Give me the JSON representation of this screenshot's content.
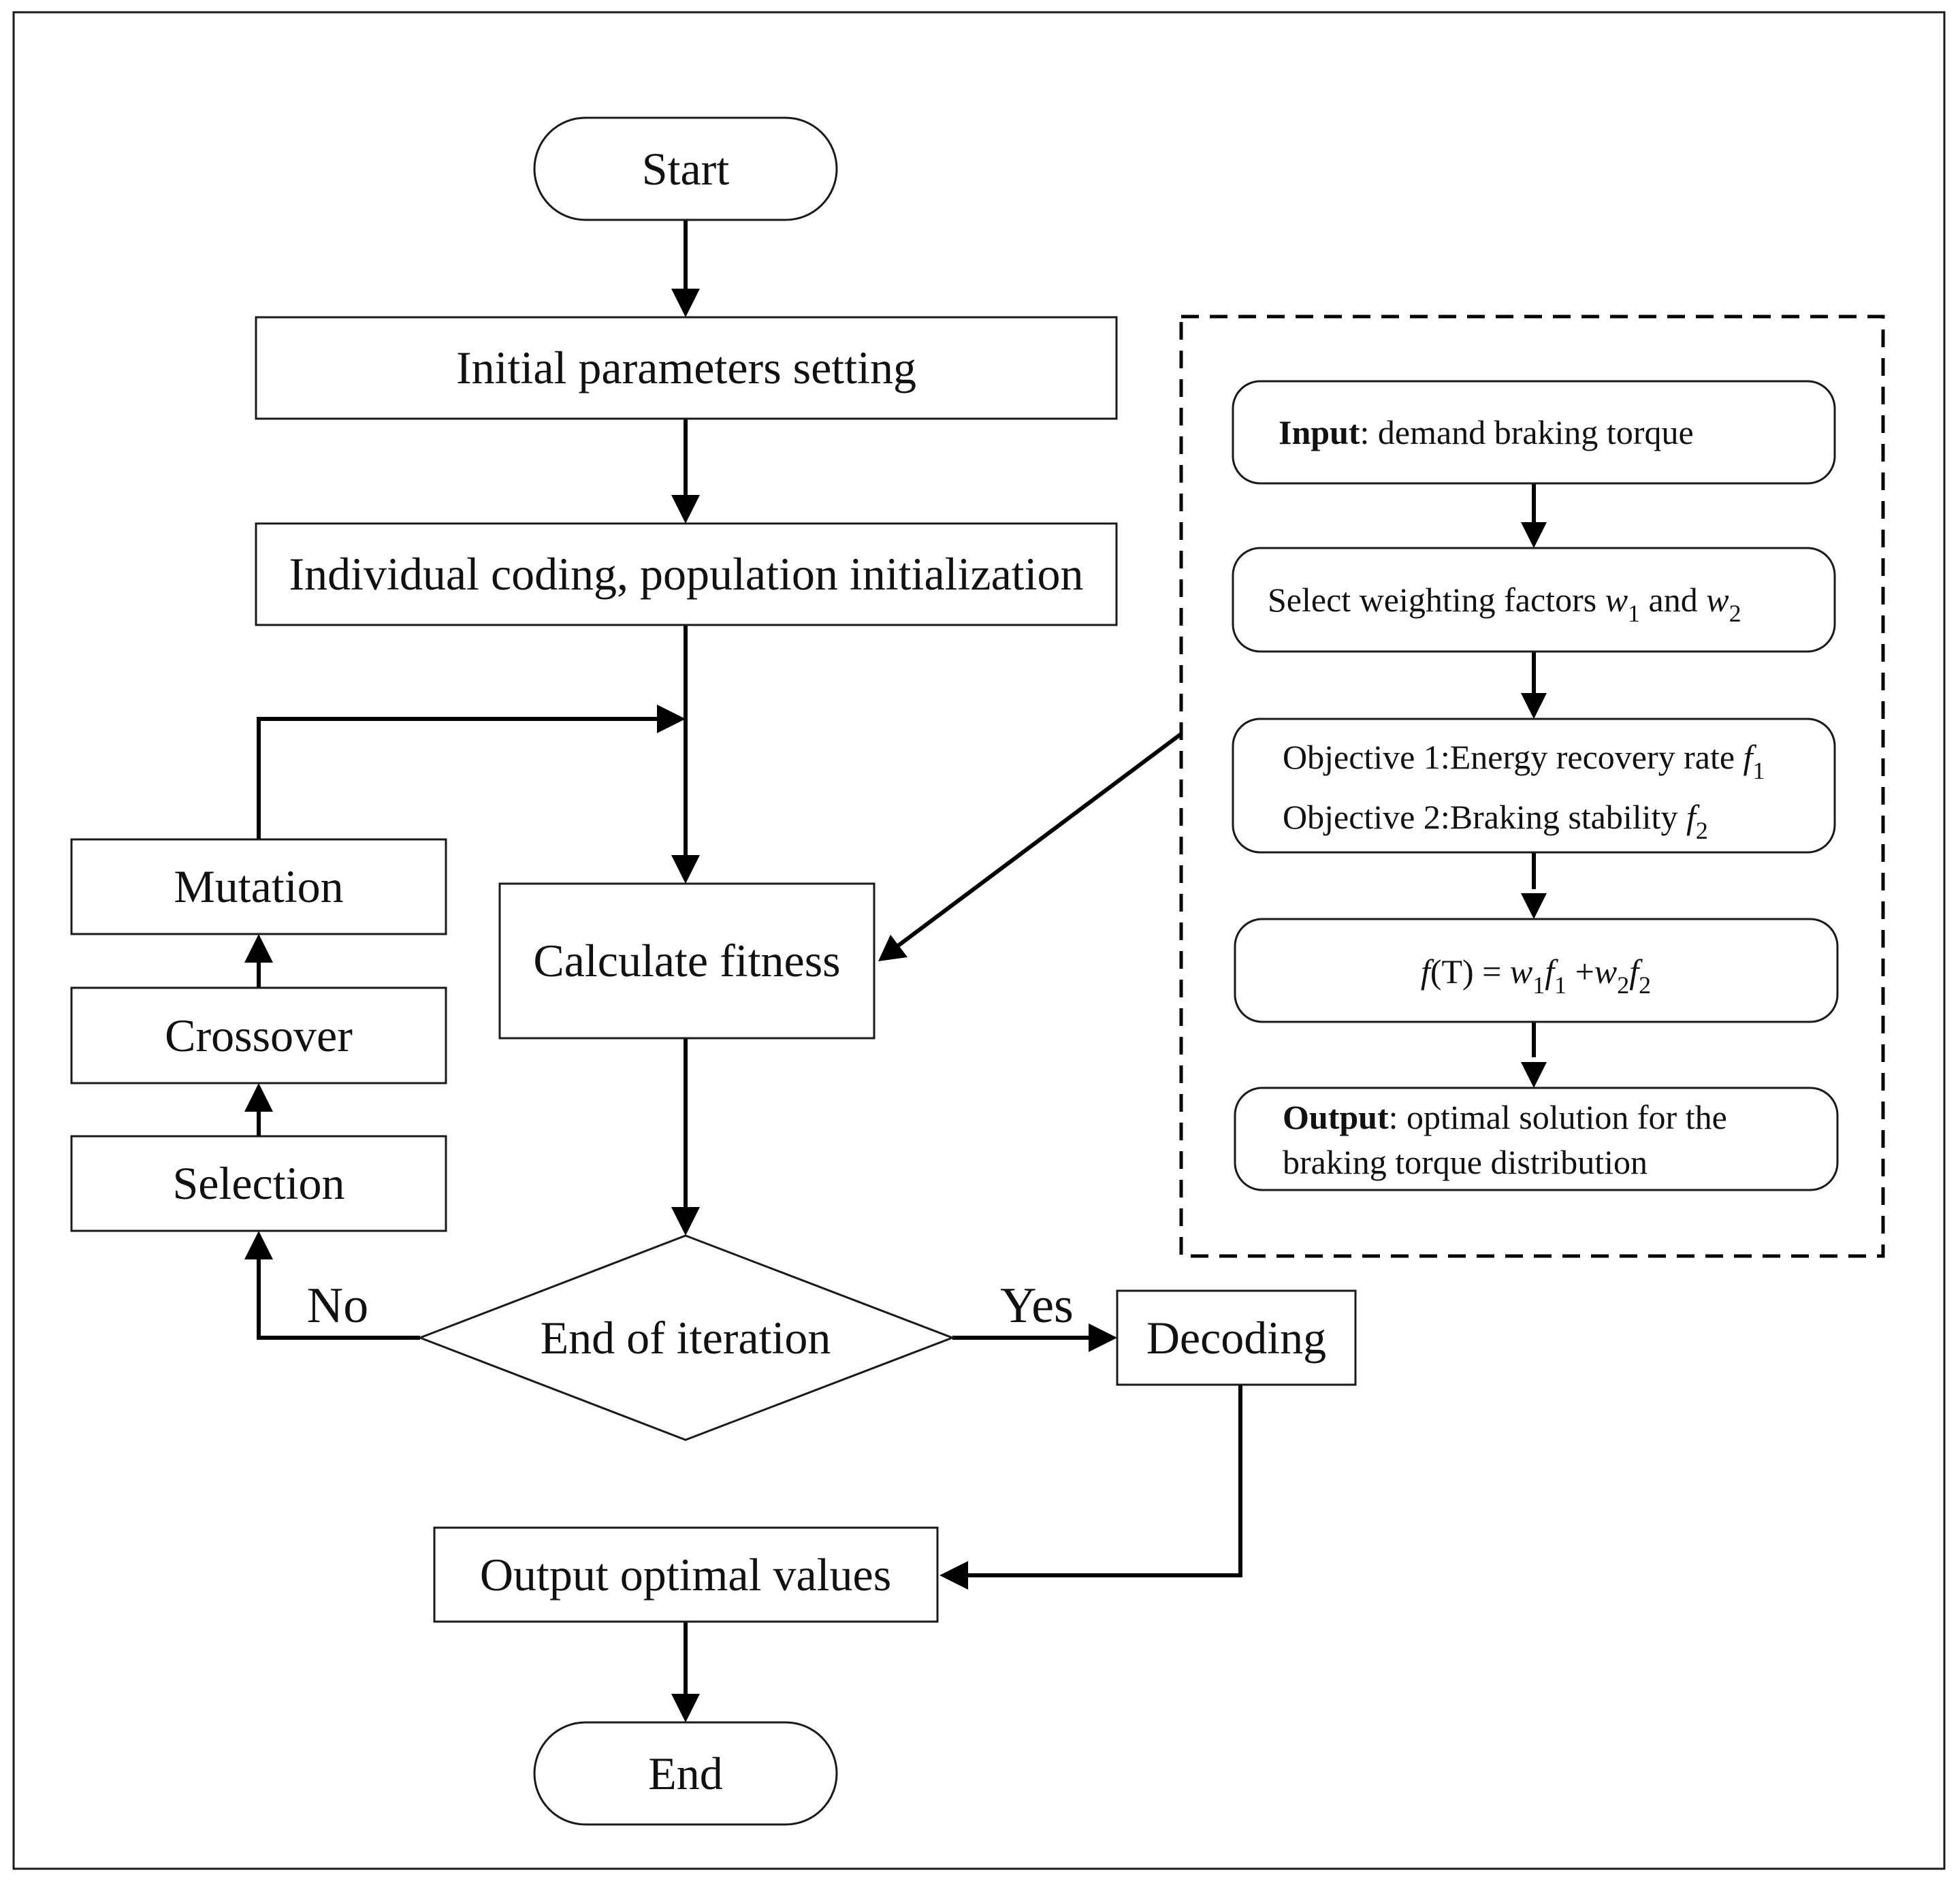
{
  "flowchart": {
    "start": "Start",
    "init_params": "Initial parameters setting",
    "coding_init": "Individual coding, population initialization",
    "mutation": "Mutation",
    "crossover": "Crossover",
    "selection": "Selection",
    "calc_fitness": "Calculate fitness",
    "end_iteration": "End of iteration",
    "no_label": "No",
    "yes_label": "Yes",
    "decoding": "Decoding",
    "output_optimal": "Output optimal values",
    "end": "End"
  },
  "detail_panel": {
    "input_bold": "Input",
    "input_text": ": demand braking torque",
    "select_weights_text": "Select weighting factors ",
    "w": "w",
    "sub1": "1",
    "sub2": "2",
    "and_text": " and ",
    "objective1_text": "Objective 1:Energy recovery rate ",
    "objective2_text": "Objective 2:Braking stability ",
    "f": "f",
    "formula_T": "(T) = ",
    "plus": " +",
    "output_bold": "Output",
    "output_text_line1": ": optimal solution for the",
    "output_text_line2": "braking torque distribution"
  }
}
